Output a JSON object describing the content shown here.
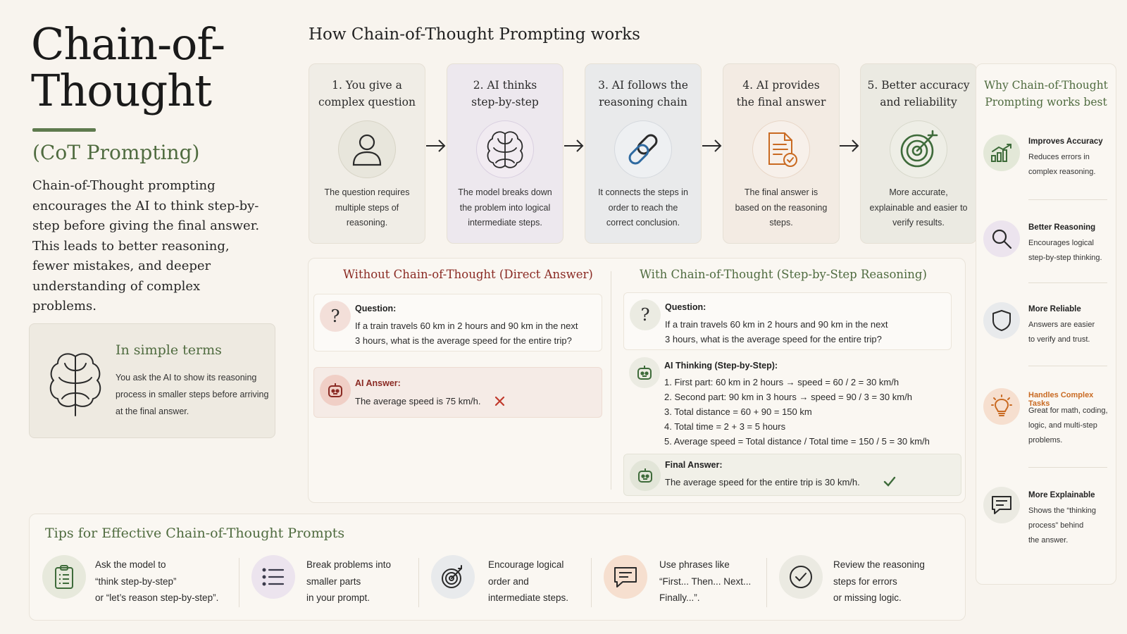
{
  "title": "Chain-of-Thought",
  "subtitle": "(CoT Prompting)",
  "intro": "Chain-of-Thought prompting encourages the AI to think step-by-step before giving the final answer. This leads to better reasoning, fewer mistakes, and deeper understanding of complex problems.",
  "simple": {
    "title": "In simple terms",
    "text": "You ask the AI to show its reasoning process in smaller steps before arriving at the final answer.",
    "icon": "brain-icon"
  },
  "how": {
    "title": "How Chain-of-Thought Prompting works",
    "steps": [
      {
        "label_1": "1. You give a",
        "label_2": "complex question",
        "desc": "The question requires multiple steps of reasoning.",
        "icon": "user-icon"
      },
      {
        "label_1": "2. AI thinks",
        "label_2": "step-by-step",
        "desc": "The model breaks down the problem into logical intermediate steps.",
        "icon": "brain-icon"
      },
      {
        "label_1": "3. AI follows the",
        "label_2": "reasoning chain",
        "desc": "It connects the steps in order to reach the correct conclusion.",
        "icon": "link-icon"
      },
      {
        "label_1": "4. AI provides",
        "label_2": "the final answer",
        "desc": "The final answer is based on the reasoning steps.",
        "icon": "document-check-icon"
      },
      {
        "label_1": "5. Better accuracy",
        "label_2": "and reliability",
        "desc": "More accurate, explainable and easier to verify results.",
        "icon": "target-icon"
      }
    ]
  },
  "without": {
    "title": "Without Chain-of-Thought (Direct Answer)",
    "question_label": "Question:",
    "question_line1": "If a train travels 60 km in 2 hours and 90 km in the next",
    "question_line2": "3 hours, what is the average speed for the entire trip?",
    "answer_label": "AI Answer:",
    "answer": "The average speed is 75 km/h."
  },
  "with": {
    "title": "With Chain-of-Thought (Step-by-Step Reasoning)",
    "question_label": "Question:",
    "question_line1": "If a train travels 60 km in 2 hours and 90 km in the next",
    "question_line2": "3 hours, what is the average speed for the entire trip?",
    "thinking_label": "AI Thinking (Step-by-Step):",
    "thinking_steps": [
      "1. First part: 60 km in 2 hours → speed = 60 / 2 = 30 km/h",
      "2. Second part: 90 km in 3 hours → speed = 90 / 3 = 30 km/h",
      "3. Total distance = 60 + 90 = 150 km",
      "4. Total time = 2 + 3 = 5 hours",
      "5. Average speed = Total distance / Total time = 150 / 5 = 30 km/h"
    ],
    "final_label": "Final Answer:",
    "final_answer": "The average speed for the entire trip is 30 km/h."
  },
  "tips": {
    "title": "Tips for Effective Chain-of-Thought Prompts",
    "items": [
      {
        "lines": [
          "Ask the model to",
          "“think step-by-step”",
          "or “let’s reason step-by-step”."
        ],
        "icon": "clipboard-icon"
      },
      {
        "lines": [
          "Break problems into",
          "smaller parts",
          "in your prompt."
        ],
        "icon": "list-icon"
      },
      {
        "lines": [
          "Encourage logical",
          "order and",
          "intermediate steps."
        ],
        "icon": "target-icon"
      },
      {
        "lines": [
          "Use phrases like",
          "“First... Then... Next...",
          "Finally...”."
        ],
        "icon": "chat-icon"
      },
      {
        "lines": [
          "Review the reasoning",
          "steps for errors",
          "or missing logic."
        ],
        "icon": "check-circle-icon"
      }
    ]
  },
  "why": {
    "title_1": "Why Chain-of-Thought",
    "title_2": "Prompting works best",
    "items": [
      {
        "head": "Improves Accuracy",
        "lines": [
          "Reduces errors in",
          "complex reasoning."
        ],
        "icon": "chart-up-icon"
      },
      {
        "head": "Better Reasoning",
        "lines": [
          "Encourages logical",
          "step-by-step thinking."
        ],
        "icon": "magnifier-icon"
      },
      {
        "head": "More Reliable",
        "lines": [
          "Answers are easier",
          "to verify and trust."
        ],
        "icon": "shield-icon"
      },
      {
        "head": "Handles Complex Tasks",
        "lines": [
          "Great for math, coding,",
          "logic, and multi-step",
          "problems."
        ],
        "icon": "lightbulb-icon"
      },
      {
        "head": "More Explainable",
        "lines": [
          "Shows the “thinking",
          "process” behind",
          "the answer."
        ],
        "icon": "message-icon"
      }
    ]
  },
  "colors": {
    "accent_green": "#4f6b3f",
    "accent_red": "#8a2a23",
    "accent_orange": "#c96a22",
    "background": "#f8f4ee"
  }
}
